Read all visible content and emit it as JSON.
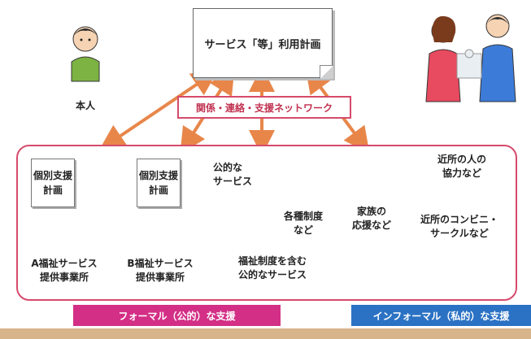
{
  "plan_document": {
    "title": "サービス「等」利用計画"
  },
  "person": {
    "label": "本人"
  },
  "network": {
    "label": "関係・連絡・支援ネットワーク"
  },
  "providers": [
    {
      "plan_line1": "個別支援",
      "plan_line2": "計画",
      "caption_line1": "A福祉サービス",
      "caption_line2": "提供事業所"
    },
    {
      "plan_line1": "個別支援",
      "plan_line2": "計画",
      "caption_line1": "B福祉サービス",
      "caption_line2": "提供事業所"
    }
  ],
  "public_services": {
    "title_line1": "公的な",
    "title_line2": "サービス",
    "systems_line1": "各種制度",
    "systems_line2": "など",
    "bottom_line1": "福祉制度を含む",
    "bottom_line2": "公的なサービス"
  },
  "informal": {
    "family_line1": "家族の",
    "family_line2": "応援など",
    "neighbors_line1": "近所の人の",
    "neighbors_line2": "協力など",
    "stores_line1": "近所のコンビニ・",
    "stores_line2": "サークルなど"
  },
  "footer": {
    "formal": "フォーマル（公的）な支援",
    "informal": "インフォーマル（私的）な支援"
  },
  "colors": {
    "network_border": "#d64a6b",
    "arrow": "#e8864a",
    "formal_band": "#d32f86",
    "informal_band": "#2b72c4"
  }
}
